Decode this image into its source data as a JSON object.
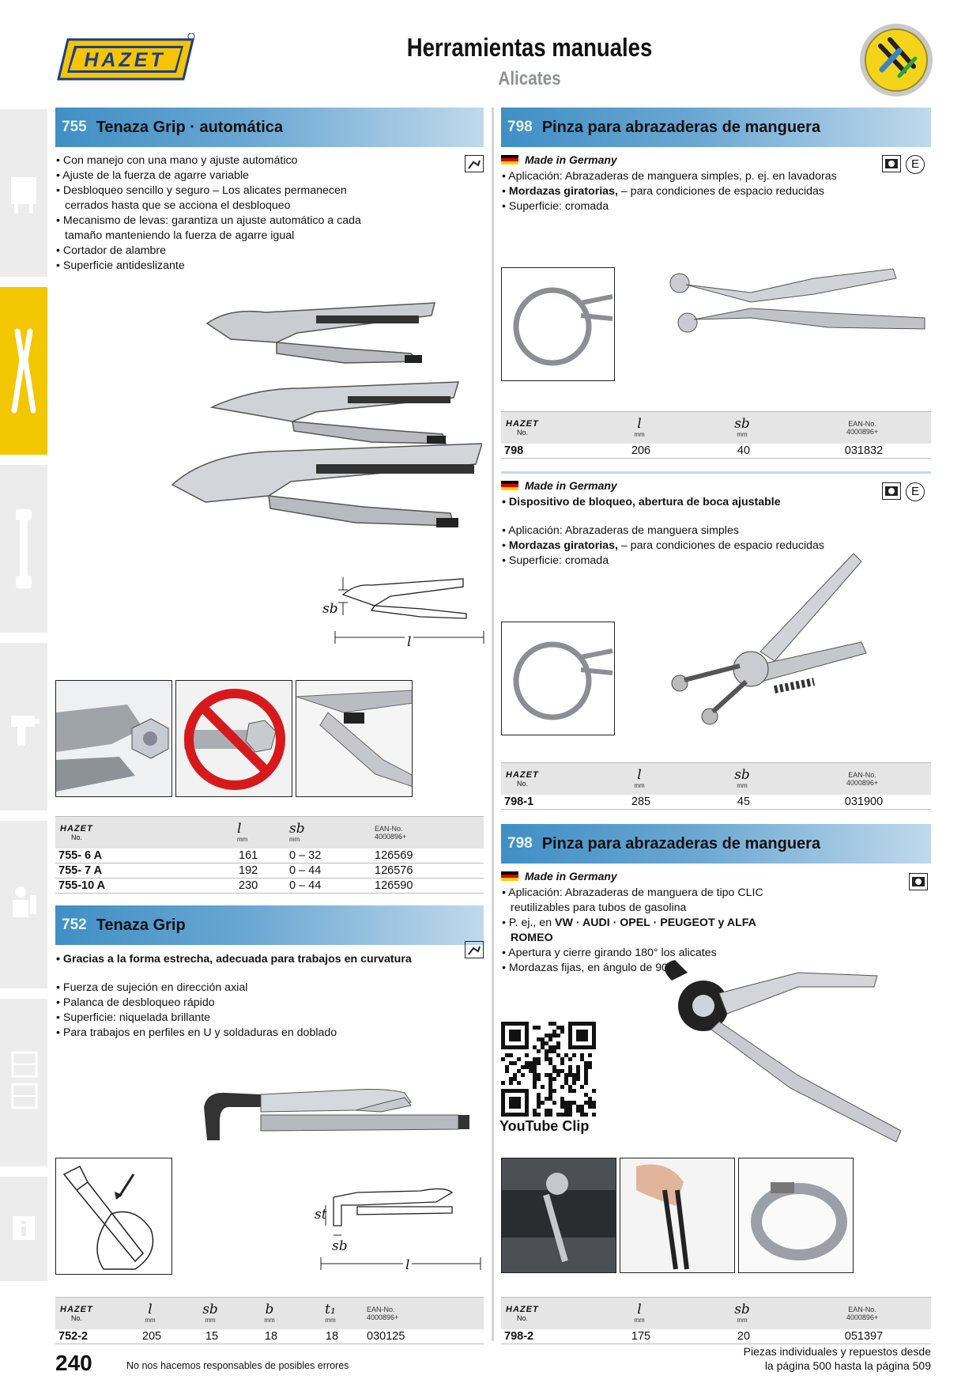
{
  "header": {
    "logo_text": "HAZET",
    "title": "Herramientas manuales",
    "subtitle": "Alicates"
  },
  "nav": {
    "tabs": [
      {
        "icon": "box-icon",
        "active": false
      },
      {
        "icon": "pliers-icon",
        "active": true
      },
      {
        "icon": "wrench-icon",
        "active": false
      },
      {
        "icon": "drill-icon",
        "active": false
      },
      {
        "icon": "mechanic-icon",
        "active": false
      },
      {
        "icon": "cabinet-icon",
        "active": false
      },
      {
        "icon": "info-icon",
        "active": false
      }
    ]
  },
  "s755": {
    "num": "755",
    "title": "Tenaza Grip · automática",
    "bullets": [
      "Con manejo con una mano y ajuste automático",
      "Ajuste de la fuerza de agarre variable",
      "Desbloqueo sencillo y seguro – Los alicates permanecen cerrados hasta que se acciona el desbloqueo",
      "Mecanismo de levas: garantiza un ajuste automático a cada tamaño manteniendo la fuerza de agarre igual",
      "Cortador de alambre",
      "Superficie antideslizante"
    ],
    "dim_sb": "sb",
    "dim_l": "l",
    "table": {
      "cols": [
        "No.",
        "l",
        "sb",
        "EAN-No."
      ],
      "units": [
        "",
        "mm",
        "mm",
        "4000896+"
      ],
      "rows": [
        [
          "755- 6 A",
          "161",
          "0 – 32",
          "126569"
        ],
        [
          "755- 7 A",
          "192",
          "0 – 44",
          "126576"
        ],
        [
          "755-10 A",
          "230",
          "0 – 44",
          "126590"
        ]
      ]
    }
  },
  "s752": {
    "num": "752",
    "title": "Tenaza Grip",
    "highlight": "Gracias a la forma estrecha, adecuada para trabajos en curvatura",
    "bullets": [
      "Fuerza de sujeción en dirección axial",
      "Palanca de desbloqueo rápido",
      "Superficie: niquelada brillante",
      "Para trabajos en perfiles en U y soldaduras en doblado"
    ],
    "dim_st": "st",
    "dim_sb": "sb",
    "dim_l": "l",
    "table": {
      "cols": [
        "No.",
        "l",
        "sb",
        "b",
        "t₁",
        "EAN-No."
      ],
      "units": [
        "",
        "mm",
        "mm",
        "mm",
        "mm",
        "4000896+"
      ],
      "rows": [
        [
          "752-2",
          "205",
          "15",
          "18",
          "18",
          "030125"
        ]
      ]
    }
  },
  "s798a": {
    "num": "798",
    "title": "Pinza para abrazaderas de manguera",
    "made_in": "Made in Germany",
    "e_mark": "E",
    "bullets": [
      {
        "text": "Aplicación: Abrazaderas de manguera simples, p. ej. en lavadoras",
        "bold": ""
      },
      {
        "text": " – para condiciones de espacio reducidas",
        "bold": "Mordazas giratorias,"
      },
      {
        "text": "Superficie: cromada",
        "bold": ""
      }
    ],
    "table": {
      "cols": [
        "No.",
        "l",
        "sb",
        "EAN-No."
      ],
      "units": [
        "",
        "mm",
        "mm",
        "4000896+"
      ],
      "rows": [
        [
          "798",
          "206",
          "40",
          "031832"
        ]
      ]
    }
  },
  "s798_1": {
    "made_in": "Made in Germany",
    "e_mark": "E",
    "highlight": "Dispositivo de bloqueo, abertura de boca ajustable",
    "bullets": [
      {
        "text": "Aplicación: Abrazaderas de manguera simples",
        "bold": ""
      },
      {
        "text": " – para condiciones de espacio reducidas",
        "bold": "Mordazas giratorias,"
      },
      {
        "text": "Superficie: cromada",
        "bold": ""
      }
    ],
    "table": {
      "cols": [
        "No.",
        "l",
        "sb",
        "EAN-No."
      ],
      "units": [
        "",
        "mm",
        "mm",
        "4000896+"
      ],
      "rows": [
        [
          "798-1",
          "285",
          "45",
          "031900"
        ]
      ]
    }
  },
  "s798b": {
    "num": "798",
    "title": "Pinza para abrazaderas de manguera",
    "made_in": "Made in Germany",
    "bullets_html": [
      "Aplicación: Abrazaderas de manguera de tipo CLIC reutilizables para tubos de gasolina",
      "Apertura y cierre girando 180° los alicates",
      "Mordazas fijas, en ángulo de 90°"
    ],
    "brands_prefix": "P. ej., en ",
    "brands": "VW · AUDI · OPEL · PEUGEOT y ALFA ROMEO",
    "yt_label": "YouTube Clip",
    "table": {
      "cols": [
        "No.",
        "l",
        "sb",
        "EAN-No."
      ],
      "units": [
        "",
        "mm",
        "mm",
        "4000896+"
      ],
      "rows": [
        [
          "798-2",
          "175",
          "20",
          "051397"
        ]
      ]
    }
  },
  "footer": {
    "page_number": "240",
    "disclaimer": "No nos hacemos responsables de posibles errores",
    "note_line1": "Piezas individuales y repuestos desde",
    "note_line2": "la página 500 hasta la página 509"
  }
}
